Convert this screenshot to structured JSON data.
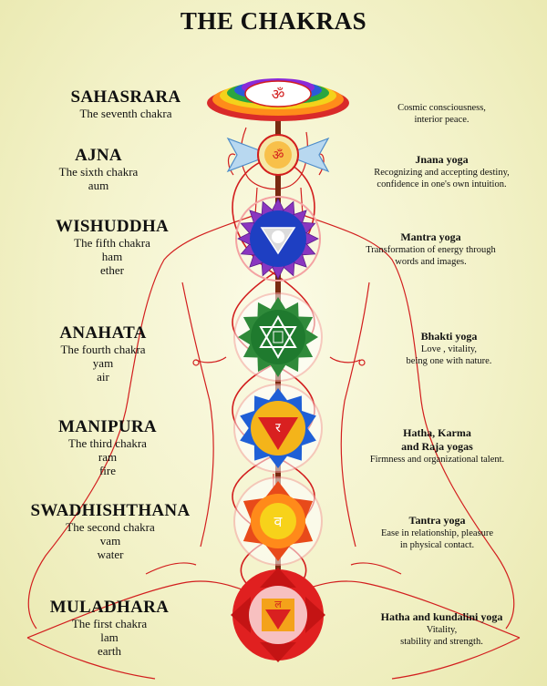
{
  "title": "THE CHAKRAS",
  "colors": {
    "line": "#d21e1e",
    "spine": "#7a2a10"
  },
  "chakras": [
    {
      "name": "SAHASRARA",
      "sub1": "The seventh chakra",
      "sub2": "",
      "sub3": "",
      "yoga": "",
      "desc1": "Cosmic consciousness,",
      "desc2": "interior peace.",
      "desc3": ""
    },
    {
      "name": "AJNA",
      "sub1": "The sixth chakra",
      "sub2": "aum",
      "sub3": "",
      "yoga": "Jnana yoga",
      "desc1": "Recognizing and accepting destiny,",
      "desc2": "confidence in one's own intuition.",
      "desc3": ""
    },
    {
      "name": "WISHUDDHA",
      "sub1": "The fifth chakra",
      "sub2": "ham",
      "sub3": "ether",
      "yoga": "Mantra yoga",
      "desc1": "Transformation of energy through",
      "desc2": "words and images.",
      "desc3": ""
    },
    {
      "name": "ANAHATA",
      "sub1": "The fourth chakra",
      "sub2": "yam",
      "sub3": "air",
      "yoga": "Bhakti yoga",
      "desc1": "Love , vitality,",
      "desc2": "being one with nature.",
      "desc3": ""
    },
    {
      "name": "MANIPURA",
      "sub1": "The third chakra",
      "sub2": "ram",
      "sub3": "fire",
      "yoga": "Hatha, Karma",
      "yoga2": "and Raja yogas",
      "desc1": "Firmness and organizational talent.",
      "desc2": "",
      "desc3": ""
    },
    {
      "name": "SWADHISHTHANA",
      "sub1": "The second chakra",
      "sub2": "vam",
      "sub3": "water",
      "yoga": "Tantra yoga",
      "desc1": "Ease in relationship, pleasure",
      "desc2": "in physical contact.",
      "desc3": ""
    },
    {
      "name": "MULADHARA",
      "sub1": "The first chakra",
      "sub2": "lam",
      "sub3": "earth",
      "yoga": "Hatha and kundalini yoga",
      "desc1": "Vitality,",
      "desc2": "stability and strength.",
      "desc3": ""
    }
  ]
}
